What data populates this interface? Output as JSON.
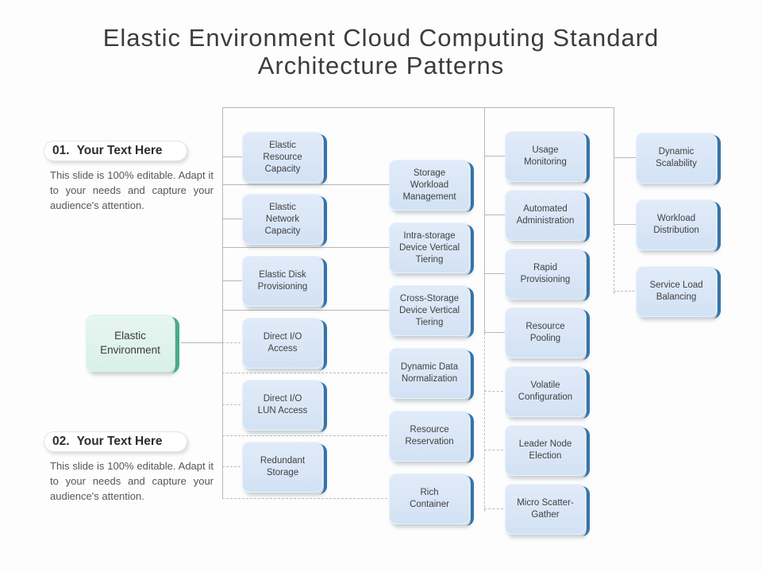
{
  "title": {
    "line1": "Elastic Environment Cloud Computing Standard",
    "line2": "Architecture Patterns"
  },
  "notes": [
    {
      "number": "01.",
      "heading": "Your Text Here",
      "body": "This slide is 100% editable. Adapt it to your needs and capture your audience's attention."
    },
    {
      "number": "02.",
      "heading": "Your Text Here",
      "body": "This slide is 100% editable. Adapt it to your needs and capture your audience's attention."
    }
  ],
  "patterns": {
    "root": "Elastic\nEnvironment",
    "columns": [
      {
        "items": [
          "Elastic\nResource\nCapacity",
          "Elastic\nNetwork\nCapacity",
          "Elastic Disk\nProvisioning",
          "Direct I/O\nAccess",
          "Direct I/O\nLUN Access",
          "Redundant\nStorage"
        ]
      },
      {
        "items": [
          "Storage\nWorkload\nManagement",
          "Intra-storage\nDevice Vertical\nTiering",
          "Cross-Storage\nDevice Vertical\nTiering",
          "Dynamic Data\nNormalization",
          "Resource\nReservation",
          "Rich\nContainer"
        ]
      },
      {
        "items": [
          "Usage\nMonitoring",
          "Automated\nAdministration",
          "Rapid\nProvisioning",
          "Resource\nPooling",
          "Volatile\nConfiguration",
          "Leader Node\nElection",
          "Micro Scatter-\nGather"
        ]
      },
      {
        "items": [
          "Dynamic\nScalability",
          "Workload\nDistribution",
          "Service Load\nBalancing"
        ]
      }
    ]
  },
  "colors": {
    "box_fill_blue": "#d9e7f6",
    "box_accent_blue": "#3474ab",
    "root_fill_green": "#dff2eb",
    "root_accent_green": "#46ac87",
    "connector_gray": "#b3b8bc",
    "title_text": "#3c3c3c",
    "body_text": "#575757"
  }
}
